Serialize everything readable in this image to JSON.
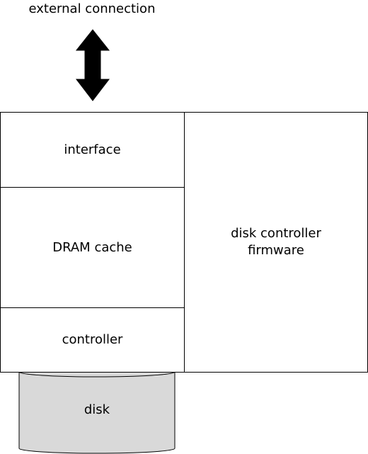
{
  "external": {
    "label": "external connection"
  },
  "blocks": {
    "interface": "interface",
    "dram_cache": "DRAM cache",
    "controller": "controller",
    "firmware_line1": "disk controller",
    "firmware_line2": "firmware"
  },
  "disk": {
    "label": "disk",
    "fill_color": "#d9d9d9"
  }
}
